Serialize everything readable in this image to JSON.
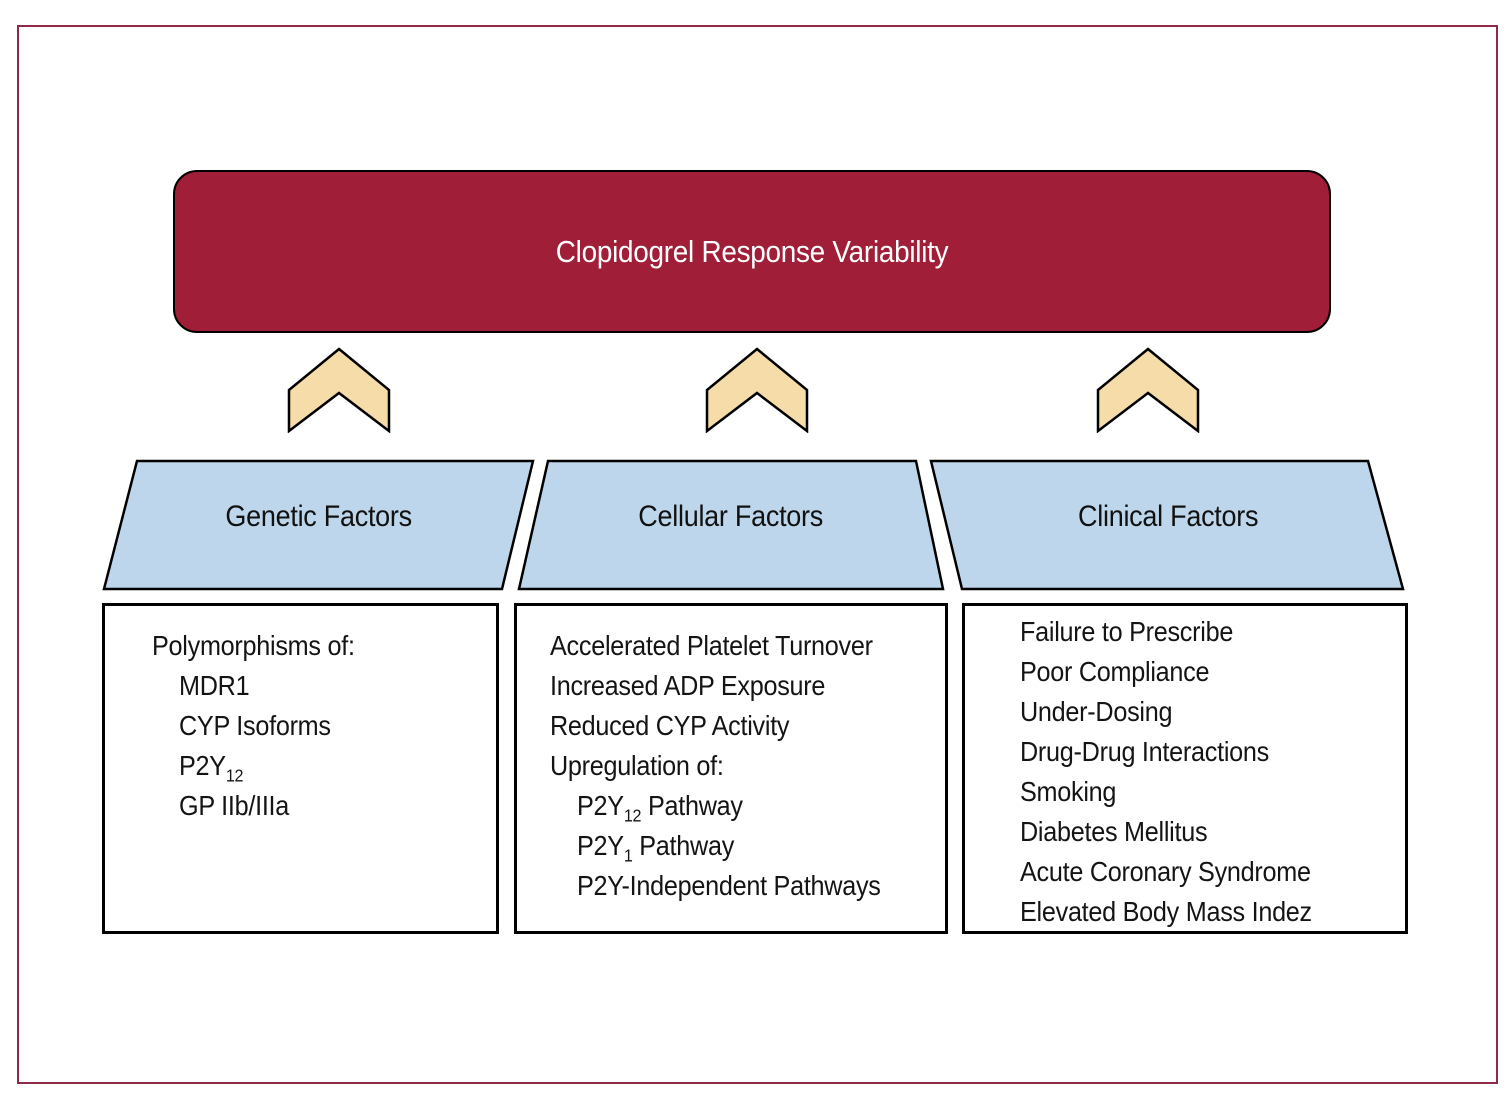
{
  "figure": {
    "title": "Clopidogrel Response Variability",
    "columns": [
      {
        "header": "Genetic Factors",
        "items": [
          "Polymorphisms of:",
          "MDR1",
          "CYP Isoforms",
          "P2Y_{12}",
          "GP IIb/IIIa"
        ]
      },
      {
        "header": "Cellular Factors",
        "items": [
          "Accelerated Platelet Turnover",
          "Increased ADP Exposure",
          "Reduced CYP Activity",
          "Upregulation of:",
          "P2Y_{12} Pathway",
          "P2Y_{1} Pathway",
          "P2Y-Independent Pathways"
        ]
      },
      {
        "header": "Clinical Factors",
        "items": [
          "Failure to Prescribe",
          "Poor Compliance",
          "Under-Dosing",
          "Drug-Drug Interactions",
          "Smoking",
          "Diabetes Mellitus",
          "Acute Coronary Syndrome",
          "Elevated Body Mass Indez"
        ]
      }
    ]
  },
  "colors": {
    "title_box_fill": "#A01E38",
    "title_text": "#FFFFFF",
    "frame_border": "#8E2946",
    "chevron_fill": "#F6DCA8",
    "header_fill": "#BDD6EB",
    "outline": "#000000"
  }
}
